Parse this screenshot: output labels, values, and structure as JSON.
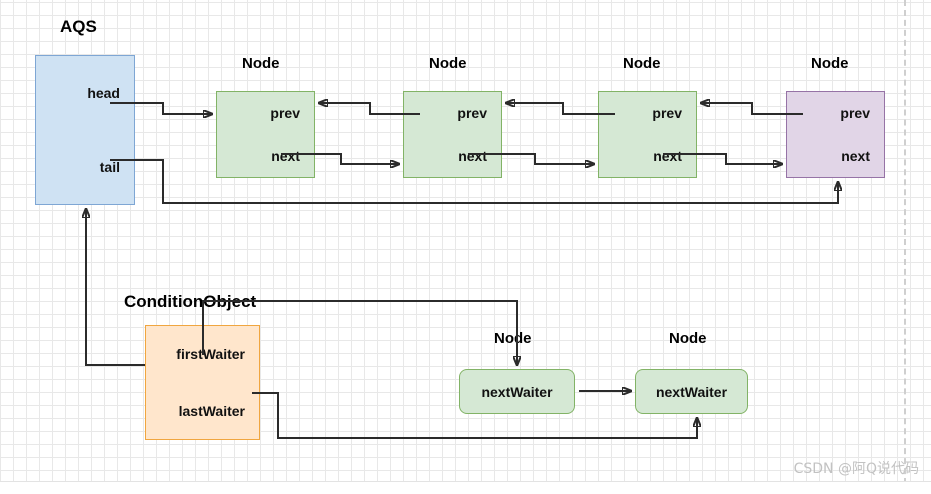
{
  "diagram": {
    "title_aqs": "AQS",
    "title_condition": "ConditionObject",
    "node_label": "Node",
    "fields": {
      "head": "head",
      "tail": "tail",
      "prev": "prev",
      "next": "next",
      "first_waiter": "firstWaiter",
      "last_waiter": "lastWaiter",
      "next_waiter": "nextWaiter"
    },
    "queue_nodes": [
      {
        "label": "Node",
        "prev": "prev",
        "next": "next",
        "color": "#d5e8d4"
      },
      {
        "label": "Node",
        "prev": "prev",
        "next": "next",
        "color": "#d5e8d4"
      },
      {
        "label": "Node",
        "prev": "prev",
        "next": "next",
        "color": "#d5e8d4"
      },
      {
        "label": "Node",
        "prev": "prev",
        "next": "next",
        "color": "#e1d5e7"
      }
    ],
    "waiter_nodes": [
      {
        "label": "Node",
        "field": "nextWaiter"
      },
      {
        "label": "Node",
        "field": "nextWaiter"
      }
    ],
    "colors": {
      "aqs_fill": "#cfe2f3",
      "aqs_stroke": "#7ea6d4",
      "node_fill": "#d5e8d4",
      "node_stroke": "#82b366",
      "tail_node_fill": "#e1d5e7",
      "tail_node_stroke": "#9673a6",
      "condition_fill": "#ffe6cc",
      "condition_stroke": "#f0a640",
      "wire": "#2b2b2b"
    }
  },
  "watermark": "CSDN @阿Q说代码"
}
